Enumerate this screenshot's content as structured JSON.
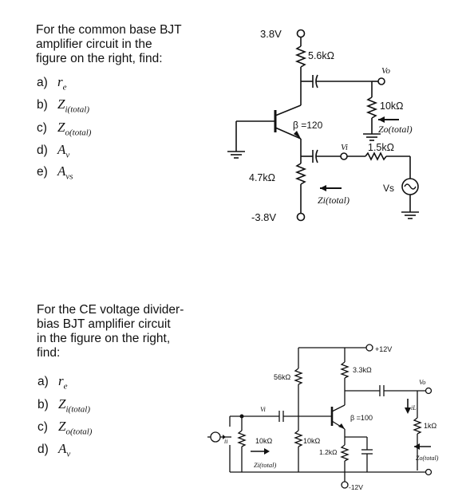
{
  "q1": {
    "prompt_lines": [
      "For the common base BJT",
      "amplifier circuit in the",
      "figure on the right, find:"
    ],
    "items": [
      {
        "label": "a)",
        "sym": "r",
        "sub": "e"
      },
      {
        "label": "b)",
        "sym": "Z",
        "sub": "i(total)"
      },
      {
        "label": "c)",
        "sym": "Z",
        "sub": "o(total)"
      },
      {
        "label": "d)",
        "sym": "A",
        "sub": "v"
      },
      {
        "label": "e)",
        "sym": "A",
        "sub": "vs"
      }
    ],
    "circuit": {
      "vcc": "3.8V",
      "rc": "5.6kΩ",
      "vo": "Vo",
      "beta": "β =120",
      "rl": "10kΩ",
      "zo": "Zo(total)",
      "vi": "Vi",
      "rs": "1.5kΩ",
      "re": "4.7kΩ",
      "vs": "Vs",
      "zi": "Zi(total)",
      "vee": "-3.8V"
    }
  },
  "q2": {
    "prompt_lines": [
      "For the CE voltage divider-",
      "bias BJT amplifier circuit",
      "in the figure on the right,",
      "find:"
    ],
    "items": [
      {
        "label": "a)",
        "sym": "r",
        "sub": "e"
      },
      {
        "label": "b)",
        "sym": "Z",
        "sub": "i(total)"
      },
      {
        "label": "c)",
        "sym": "Z",
        "sub": "o(total)"
      },
      {
        "label": "d)",
        "sym": "A",
        "sub": "v"
      }
    ],
    "circuit": {
      "vcc": "+12V",
      "r1": "56kΩ",
      "rc": "3.3kΩ",
      "vo": "Vo",
      "vi": "Vi",
      "beta": "β =100",
      "ii": "ii",
      "il": "iL",
      "rl": "1kΩ",
      "rin": "10kΩ",
      "r2": "10kΩ",
      "re": "1.2kΩ",
      "zi": "Zi(total)",
      "zo": "Zo(total)",
      "vee": "-12V"
    }
  }
}
